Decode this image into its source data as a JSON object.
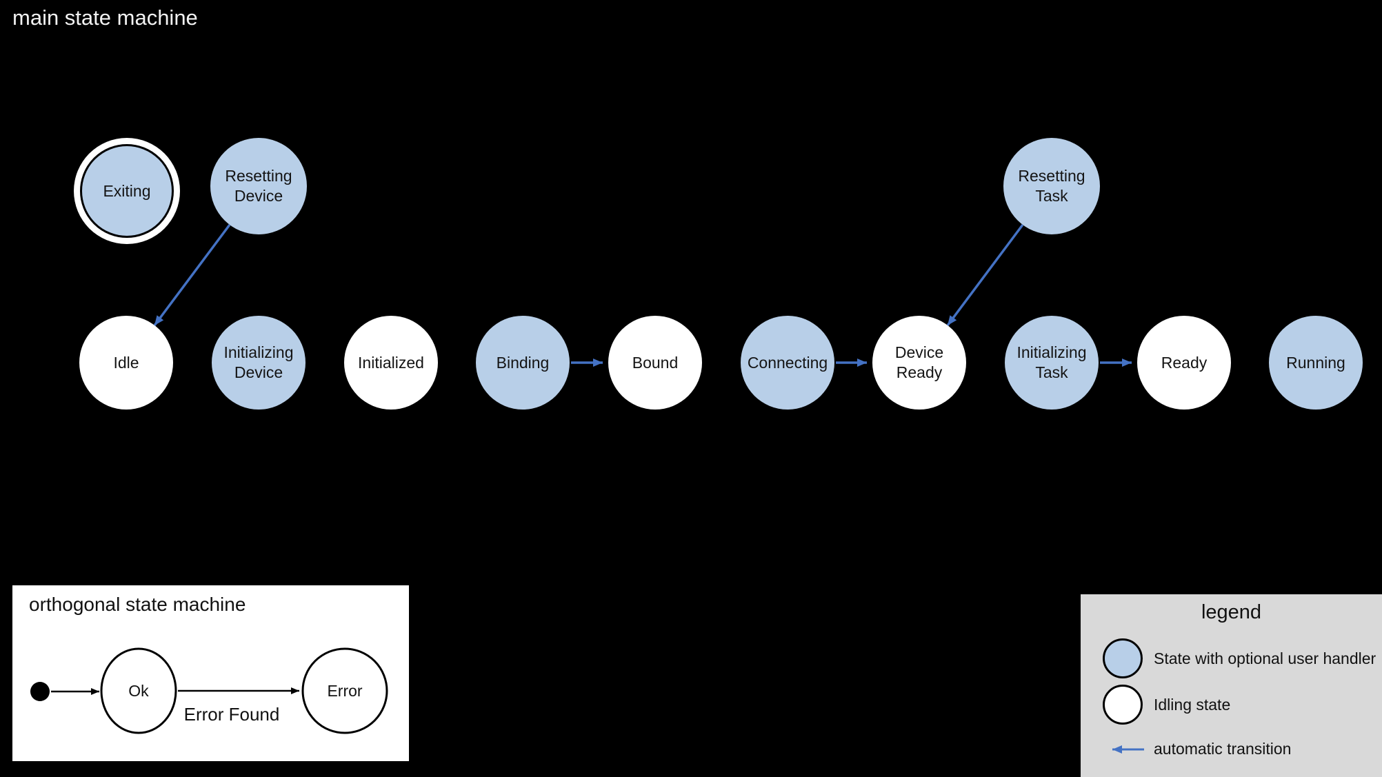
{
  "main_machine": {
    "title": "main state machine",
    "states": [
      {
        "id": "exiting",
        "label": "Exiting",
        "kind": "handler",
        "final": true
      },
      {
        "id": "resetting-device",
        "label": "Resetting\nDevice",
        "kind": "handler",
        "final": false
      },
      {
        "id": "resetting-task",
        "label": "Resetting\nTask",
        "kind": "handler",
        "final": false
      },
      {
        "id": "idle",
        "label": "Idle",
        "kind": "idling",
        "final": false
      },
      {
        "id": "initializing-device",
        "label": "Initializing\nDevice",
        "kind": "handler",
        "final": false
      },
      {
        "id": "initialized",
        "label": "Initialized",
        "kind": "idling",
        "final": false
      },
      {
        "id": "binding",
        "label": "Binding",
        "kind": "handler",
        "final": false
      },
      {
        "id": "bound",
        "label": "Bound",
        "kind": "idling",
        "final": false
      },
      {
        "id": "connecting",
        "label": "Connecting",
        "kind": "handler",
        "final": false
      },
      {
        "id": "device-ready",
        "label": "Device\nReady",
        "kind": "idling",
        "final": false
      },
      {
        "id": "initializing-task",
        "label": "Initializing\nTask",
        "kind": "handler",
        "final": false
      },
      {
        "id": "ready",
        "label": "Ready",
        "kind": "idling",
        "final": false
      },
      {
        "id": "running",
        "label": "Running",
        "kind": "handler",
        "final": false
      }
    ],
    "transitions": [
      {
        "from": "Resetting Device",
        "to": "Idle",
        "type": "automatic"
      },
      {
        "from": "Binding",
        "to": "Bound",
        "type": "automatic"
      },
      {
        "from": "Connecting",
        "to": "Device Ready",
        "type": "automatic"
      },
      {
        "from": "Resetting Task",
        "to": "Device Ready",
        "type": "automatic"
      },
      {
        "from": "Initializing Task",
        "to": "Ready",
        "type": "automatic"
      }
    ]
  },
  "orthogonal_machine": {
    "title": "orthogonal state machine",
    "states": [
      {
        "id": "ok",
        "label": "Ok"
      },
      {
        "id": "error",
        "label": "Error"
      }
    ],
    "transitions": [
      {
        "from": "initial",
        "to": "Ok",
        "label": ""
      },
      {
        "from": "Ok",
        "to": "Error",
        "label": "Error Found"
      }
    ]
  },
  "legend": {
    "title": "legend",
    "items": [
      {
        "swatch": "handler-state-circle",
        "label": "State with optional user handler",
        "color": "#B8CFE8"
      },
      {
        "swatch": "idling-state-circle",
        "label": "Idling state",
        "color": "#FFFFFF"
      },
      {
        "swatch": "automatic-transition-arrow",
        "label": "automatic transition",
        "color": "#4472C4"
      }
    ]
  },
  "colors": {
    "background": "#000000",
    "handler_state_fill": "#B8CFE8",
    "idling_state_fill": "#FFFFFF",
    "automatic_transition_blue": "#4472C4",
    "legend_background": "#D9D9D9",
    "panel_background": "#FFFFFF"
  }
}
